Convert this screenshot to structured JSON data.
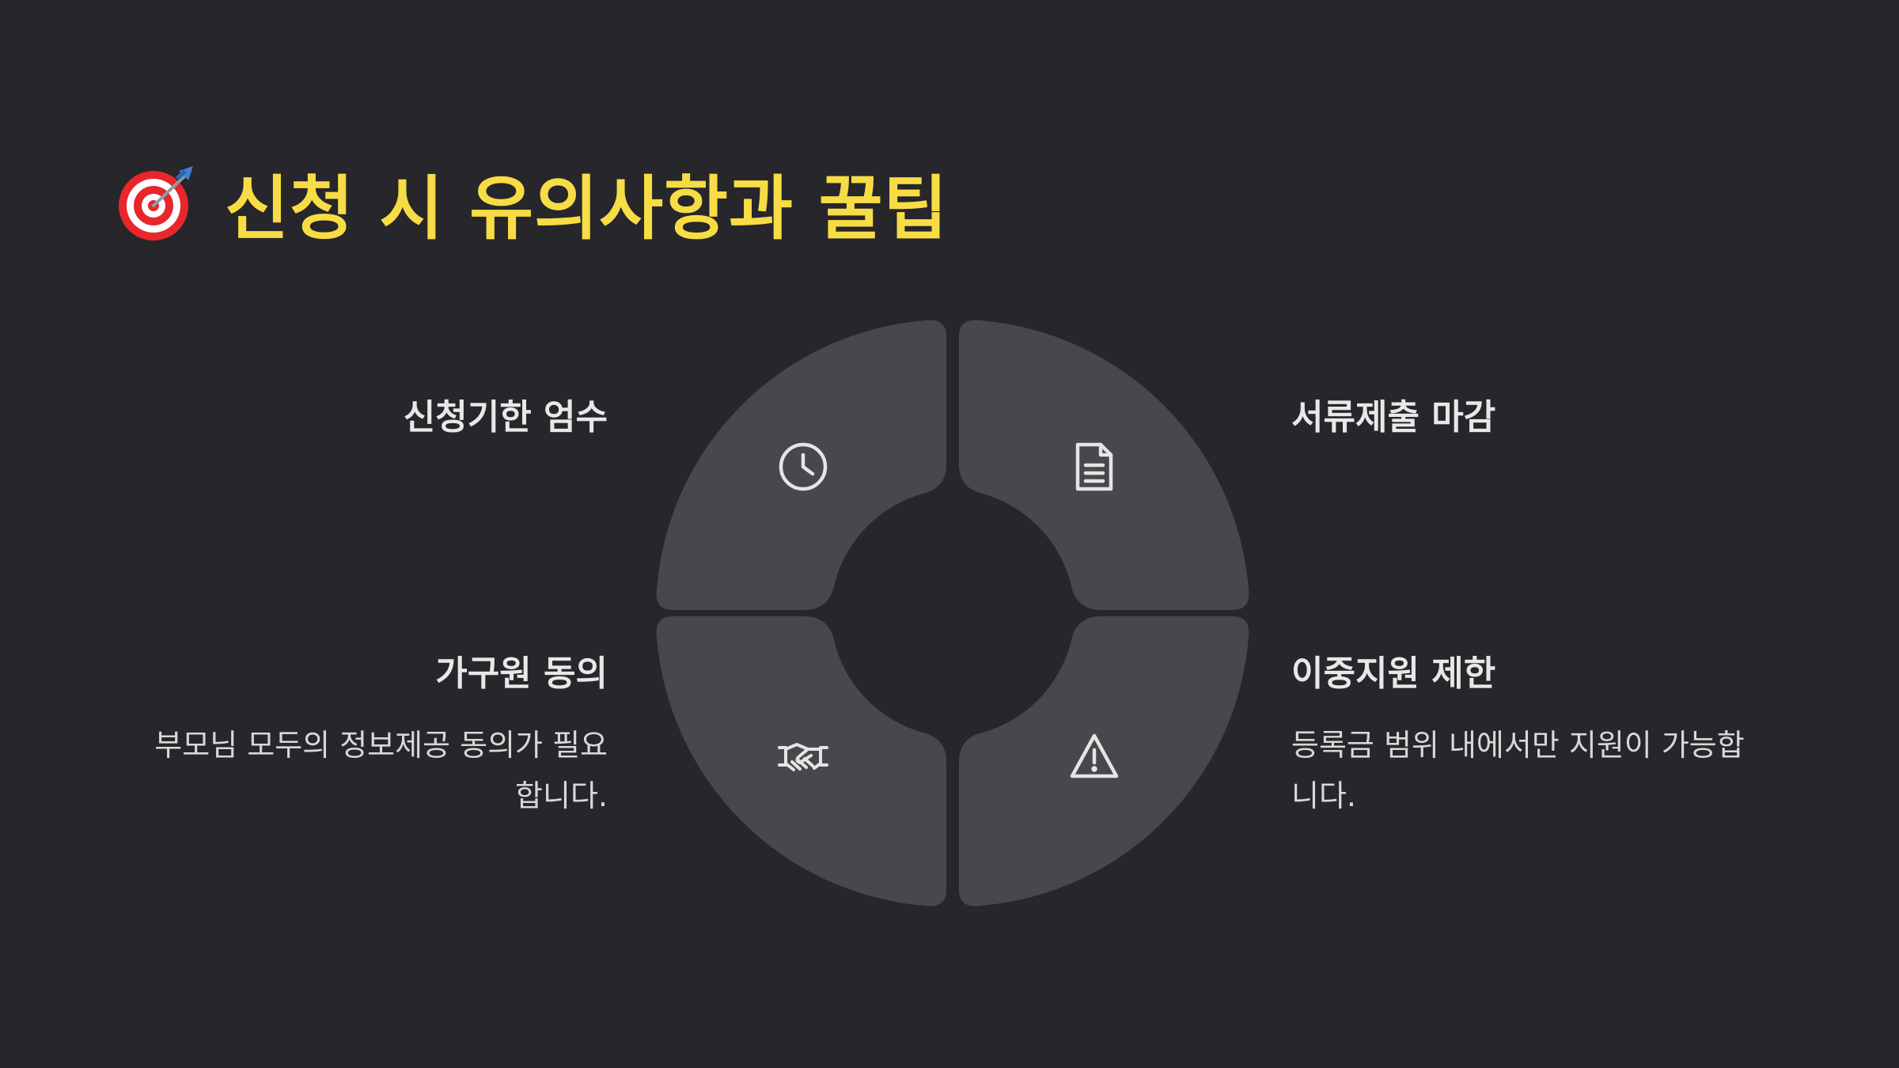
{
  "title": {
    "icon": "target-icon",
    "text": "신청 시 유의사항과 꿀팁"
  },
  "colors": {
    "background": "#26262b",
    "title": "#f7dc45",
    "segment": "#47474c",
    "icon_stroke": "#e5e5e5",
    "text": "#e6e6e6"
  },
  "items": [
    {
      "position": "top-left",
      "icon": "clock-icon",
      "heading": "신청기한 엄수",
      "description": ""
    },
    {
      "position": "top-right",
      "icon": "document-icon",
      "heading": "서류제출 마감",
      "description": ""
    },
    {
      "position": "bottom-left",
      "icon": "handshake-icon",
      "heading": "가구원 동의",
      "description": "부모님 모두의 정보제공 동의가 필요합니다."
    },
    {
      "position": "bottom-right",
      "icon": "warning-icon",
      "heading": "이중지원 제한",
      "description": "등록금 범위 내에서만 지원이 가능합니다."
    }
  ]
}
